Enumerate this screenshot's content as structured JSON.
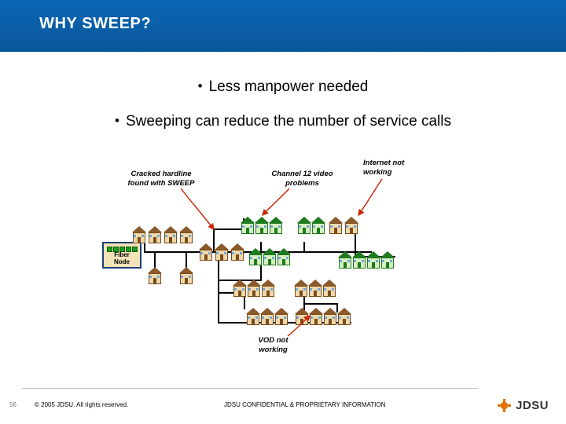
{
  "header": {
    "title": "WHY SWEEP?"
  },
  "bullets": [
    {
      "marker": "•",
      "text": "Less manpower needed"
    },
    {
      "marker": "•",
      "text": "Sweeping can reduce the number of service calls"
    }
  ],
  "diagram": {
    "node_label": "Fiber\nNode",
    "node_label_line1": "Fiber",
    "node_label_line2": "Node",
    "annotations": [
      {
        "name": "cracked-hardline",
        "line1": "Cracked hardline",
        "line2": "found with SWEEP"
      },
      {
        "name": "channel-12-video",
        "line1": "Channel 12 video",
        "line2": "problems"
      },
      {
        "name": "internet-not-working",
        "line1": "Internet not",
        "line2": "working"
      },
      {
        "name": "vod-not-working",
        "line1": "VOD not",
        "line2": "working"
      }
    ],
    "arrow_color": "#cc2200"
  },
  "footer": {
    "slide_number": "56",
    "copyright": "© 2005 JDSU. All rights reserved.",
    "confidential": "JDSU CONFIDENTIAL & PROPRIETARY INFORMATION",
    "logo_text": "JDSU"
  },
  "colors": {
    "header_bg": "#0a5ea6",
    "accent_orange": "#e67300",
    "arrow_red": "#cc2200"
  }
}
